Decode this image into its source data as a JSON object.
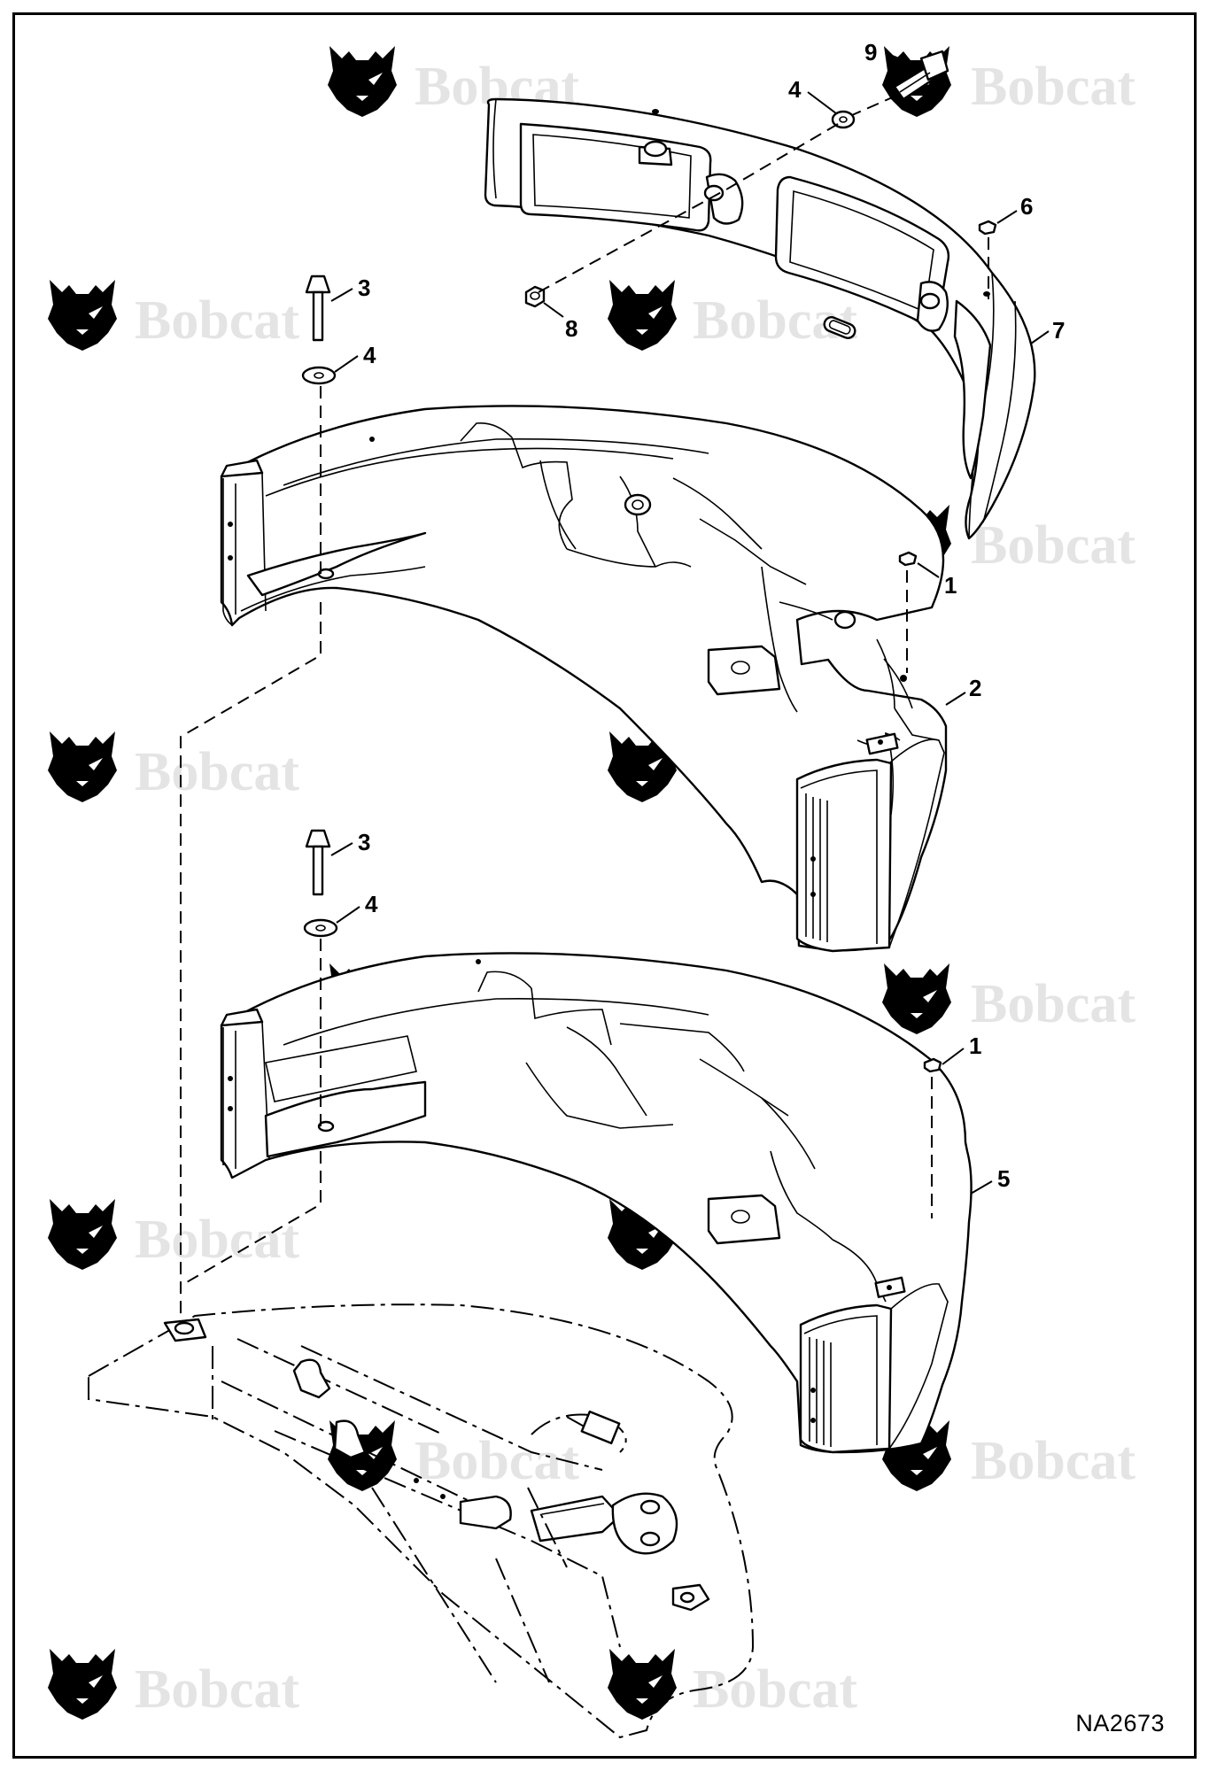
{
  "brand": {
    "watermark_text": "Bobcat",
    "watermark_color": "#e4e4e4",
    "logo_icon": "bobcat-head-icon"
  },
  "figure_id": "NA2673",
  "callouts": [
    {
      "id": "c9",
      "label": "9"
    },
    {
      "id": "c4a",
      "label": "4"
    },
    {
      "id": "c6",
      "label": "6"
    },
    {
      "id": "c7",
      "label": "7"
    },
    {
      "id": "c3a",
      "label": "3"
    },
    {
      "id": "c4b",
      "label": "4"
    },
    {
      "id": "c8",
      "label": "8"
    },
    {
      "id": "c1a",
      "label": "1"
    },
    {
      "id": "c2",
      "label": "2"
    },
    {
      "id": "c3b",
      "label": "3"
    },
    {
      "id": "c4c",
      "label": "4"
    },
    {
      "id": "c1b",
      "label": "1"
    },
    {
      "id": "c5",
      "label": "5"
    }
  ]
}
